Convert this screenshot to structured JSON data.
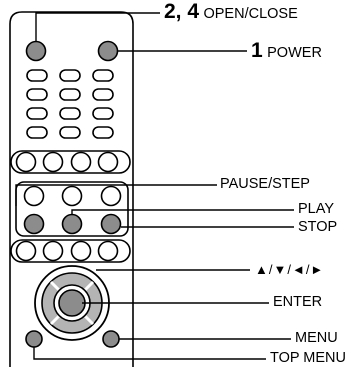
{
  "callouts": {
    "open_close": {
      "number": "2, 4",
      "text": "OPEN/CLOSE"
    },
    "power": {
      "number": "1",
      "text": "POWER"
    },
    "pause_step": "PAUSE/STEP",
    "play": "PLAY",
    "stop": "STOP",
    "arrows": "▲/▼/◄/►",
    "enter": "ENTER",
    "menu": "MENU",
    "top_menu": "TOP MENU"
  },
  "colors": {
    "outline": "#000000",
    "button_gray": "#8c8c8c",
    "ring_gray": "#b4b4b4",
    "background": "#ffffff"
  }
}
